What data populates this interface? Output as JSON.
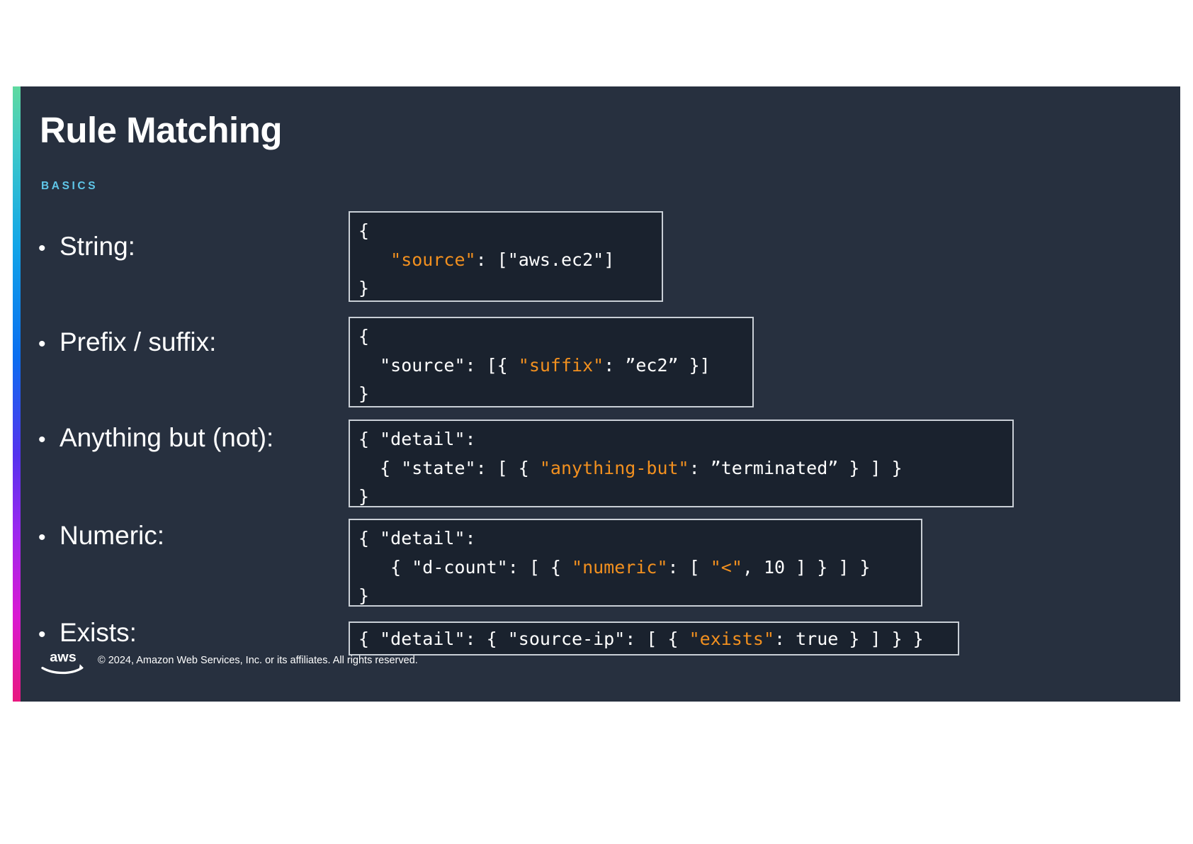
{
  "slide": {
    "title": "Rule Matching",
    "section_label": "BASICS",
    "background_color": "#27303f",
    "accent_bar_colors": [
      "#5fd9a0",
      "#12a5e8",
      "#0a6ef0",
      "#9a29ef",
      "#e8197f"
    ],
    "code_keyword_color": "#f2901f",
    "section_label_color": "#5fc6e8"
  },
  "bullets": [
    {
      "label": "String:"
    },
    {
      "label": "Prefix / suffix:"
    },
    {
      "label": "Anything but (not):"
    },
    {
      "label": "Numeric:"
    },
    {
      "label": "Exists:"
    }
  ],
  "code_blocks": [
    {
      "name": "string-match",
      "lines": [
        [
          {
            "t": "{",
            "k": false
          }
        ],
        [
          {
            "t": "   ",
            "k": false
          },
          {
            "t": "\"source\"",
            "k": true
          },
          {
            "t": ": [\"aws.ec2\"]",
            "k": false
          }
        ],
        [
          {
            "t": "}",
            "k": false
          }
        ]
      ]
    },
    {
      "name": "prefix-suffix-match",
      "lines": [
        [
          {
            "t": "{",
            "k": false
          }
        ],
        [
          {
            "t": "  \"source\": [{ ",
            "k": false
          },
          {
            "t": "\"suffix\"",
            "k": true
          },
          {
            "t": ": ”ec2” }]",
            "k": false
          }
        ],
        [
          {
            "t": "}",
            "k": false
          }
        ]
      ]
    },
    {
      "name": "anything-but-match",
      "lines": [
        [
          {
            "t": "{ \"detail\":",
            "k": false
          }
        ],
        [
          {
            "t": "  { \"state\": [ { ",
            "k": false
          },
          {
            "t": "\"anything-but\"",
            "k": true
          },
          {
            "t": ": ”terminated” } ] }",
            "k": false
          }
        ],
        [
          {
            "t": "}",
            "k": false
          }
        ]
      ]
    },
    {
      "name": "numeric-match",
      "lines": [
        [
          {
            "t": "{ \"detail\":",
            "k": false
          }
        ],
        [
          {
            "t": "   { \"d-count\": [ { ",
            "k": false
          },
          {
            "t": "\"numeric\"",
            "k": true
          },
          {
            "t": ": [ ",
            "k": false
          },
          {
            "t": "\"<\"",
            "k": true
          },
          {
            "t": ", 10 ] } ] }",
            "k": false
          }
        ],
        [
          {
            "t": "}",
            "k": false
          }
        ]
      ]
    },
    {
      "name": "exists-match",
      "lines": [
        [
          {
            "t": "{ \"detail\": { \"source-ip\": [ { ",
            "k": false
          },
          {
            "t": "\"exists\"",
            "k": true
          },
          {
            "t": ": true } ] } }",
            "k": false
          }
        ]
      ]
    }
  ],
  "footer": {
    "logo_text": "aws",
    "copyright": "© 2024, Amazon Web Services, Inc. or its affiliates. All rights reserved."
  }
}
